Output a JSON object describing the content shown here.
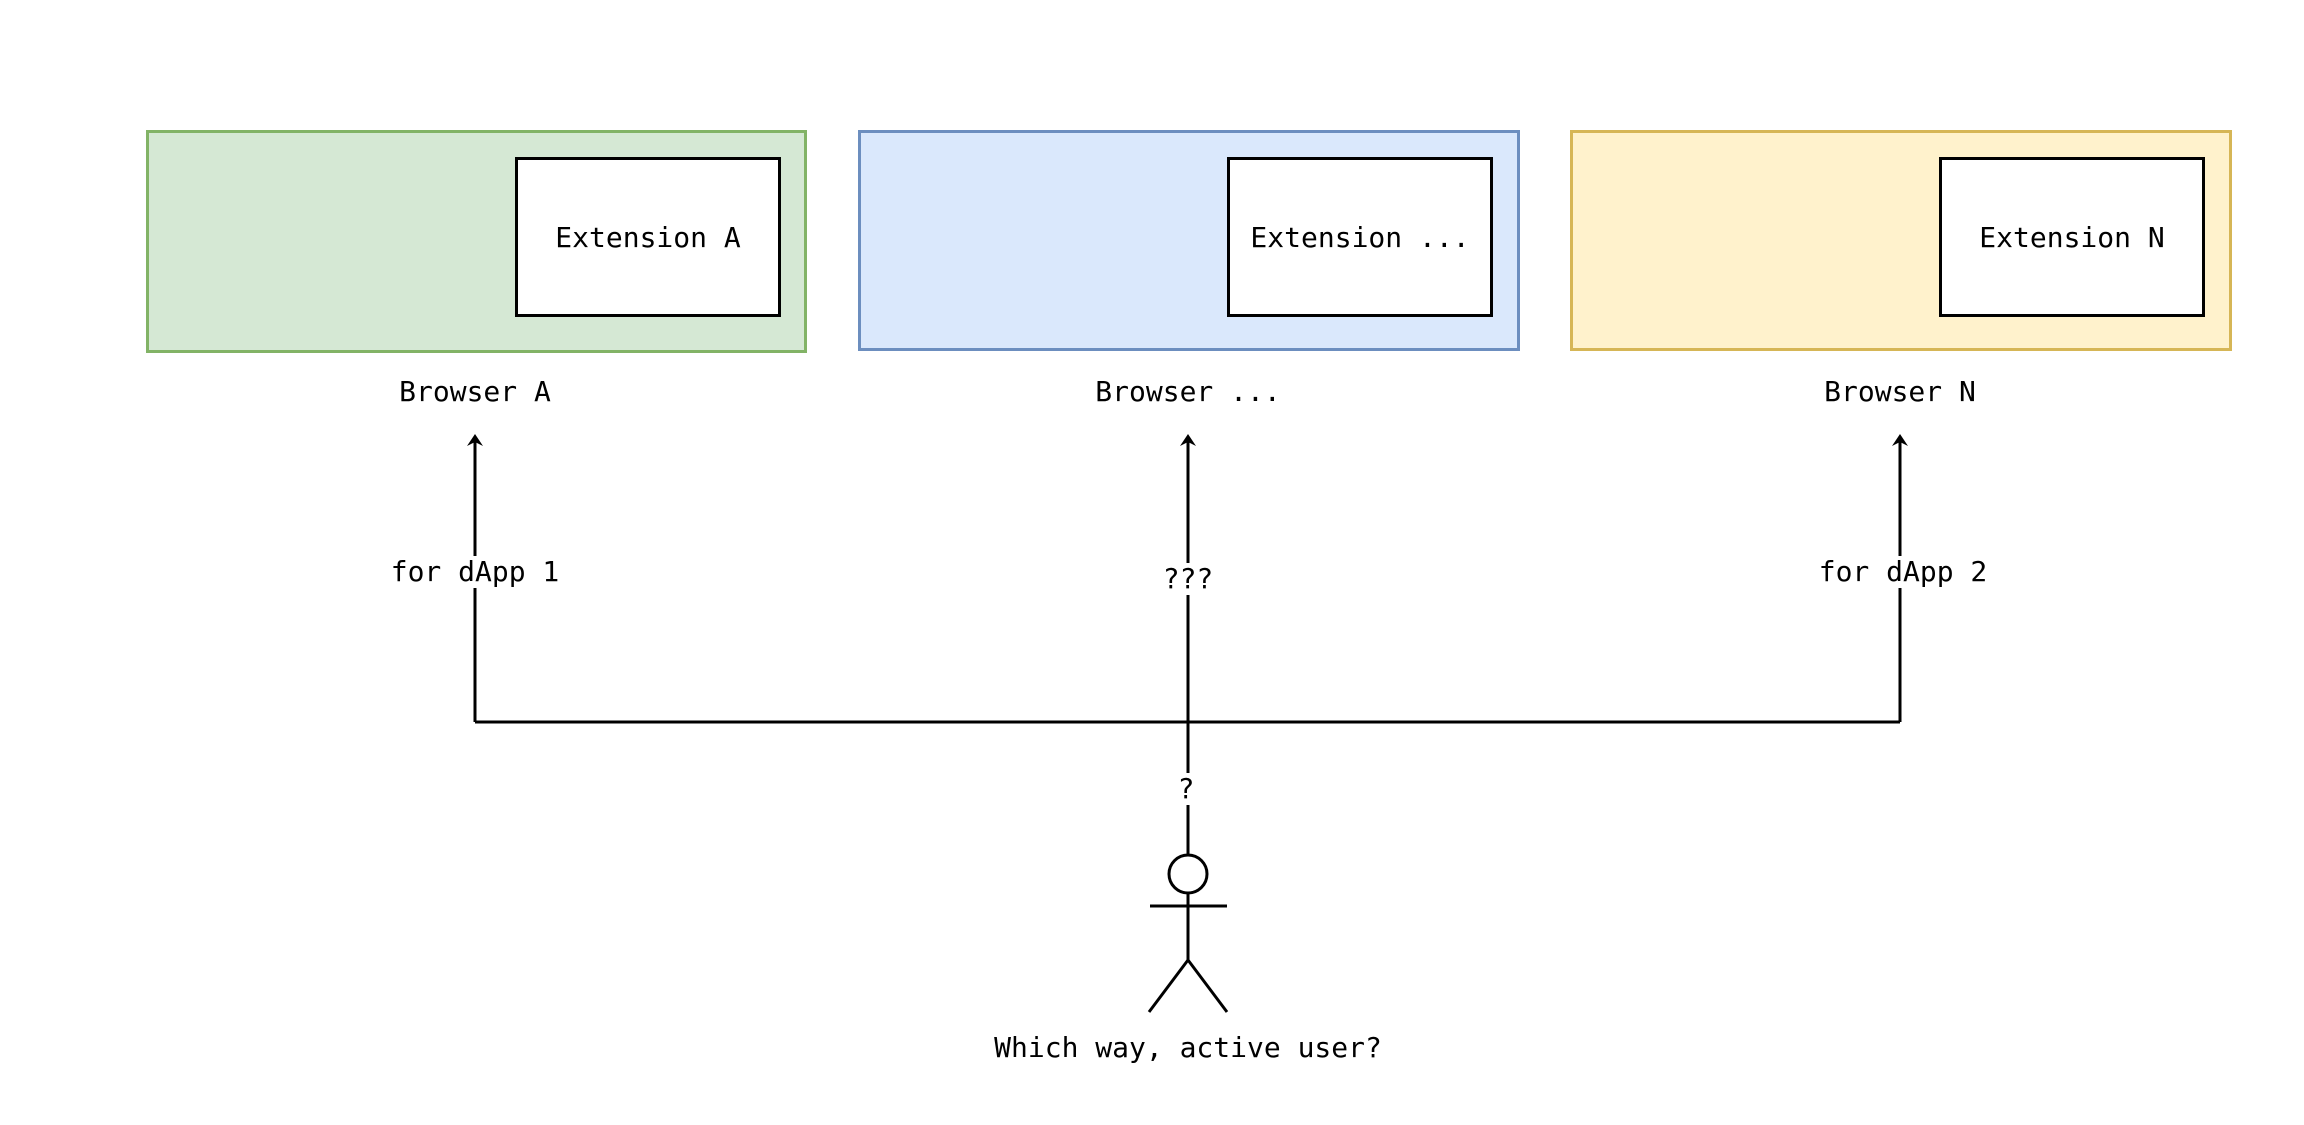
{
  "browsers": [
    {
      "name": "Browser A",
      "extension": "Extension A",
      "fill": "#d5e8d4",
      "stroke": "#82b366"
    },
    {
      "name": "Browser ...",
      "extension": "Extension ...",
      "fill": "#dae8fc",
      "stroke": "#6c8ebf"
    },
    {
      "name": "Browser N",
      "extension": "Extension N",
      "fill": "#fff2cc",
      "stroke": "#d6b656"
    }
  ],
  "edges": {
    "left_label": "for dApp 1",
    "middle_label": "???",
    "right_label": "for dApp 2",
    "user_label": "?"
  },
  "actor": {
    "caption": "Which way, active user?",
    "icon": "stick-figure-icon"
  }
}
